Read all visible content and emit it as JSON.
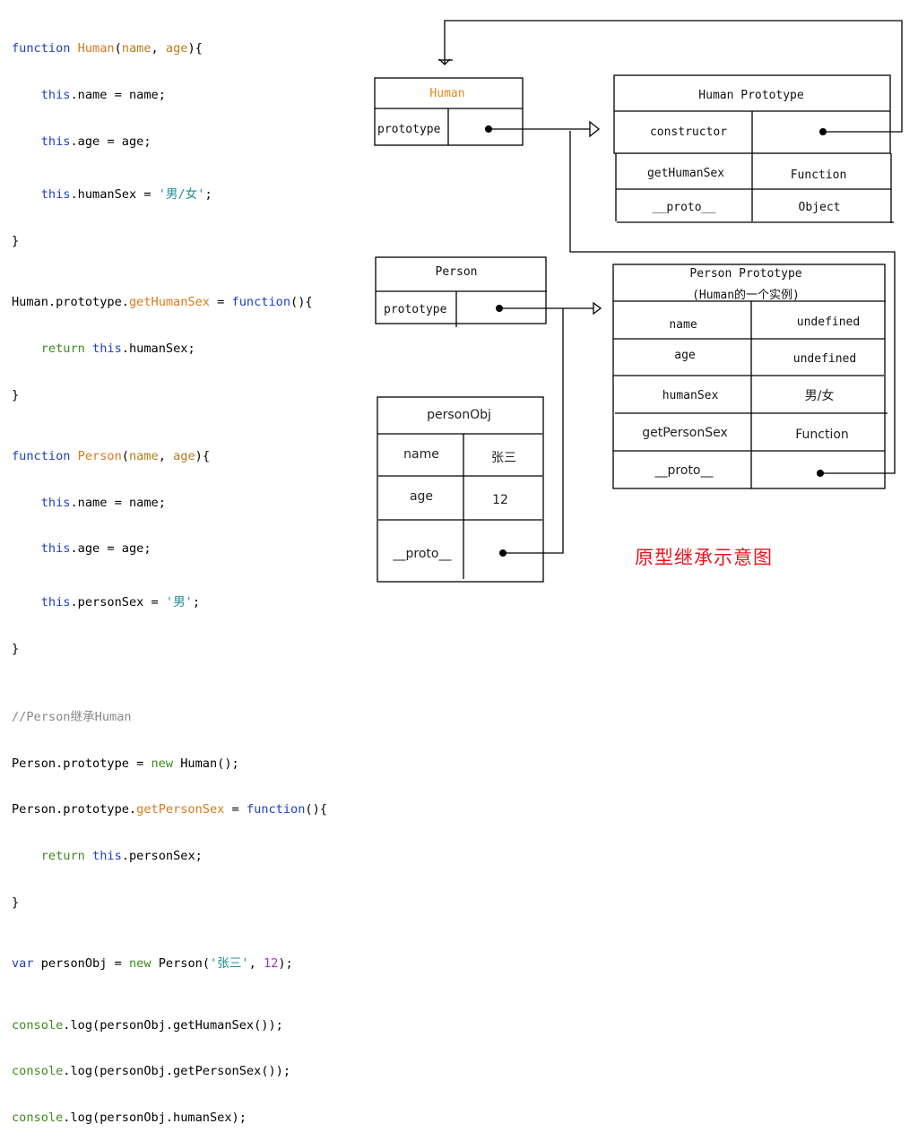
{
  "code": {
    "human_ctor": {
      "line1": {
        "kw": "function",
        "name": "Human",
        "p1": "name",
        "p2": "age"
      },
      "name_assign": {
        "this": "this",
        "rest": ".name = name;"
      },
      "age_assign": {
        "this": "this",
        "rest": ".age = age;"
      },
      "sex_assign": {
        "this": "this",
        "prop": ".humanSex = ",
        "value": "'男/女'",
        "end": ";"
      },
      "close": "}"
    },
    "human_proto_method": {
      "prefix": "Human.prototype.",
      "method": "getHumanSex",
      "eq": " = ",
      "kw": "function",
      "end": "(){",
      "ret_kw": "return",
      "ret_this": "this",
      "ret_rest": ".humanSex;",
      "close": "}"
    },
    "person_ctor": {
      "line1": {
        "kw": "function",
        "name": "Person",
        "p1": "name",
        "p2": "age"
      },
      "name_assign": {
        "this": "this",
        "rest": ".name = name;"
      },
      "age_assign": {
        "this": "this",
        "rest": ".age = age;"
      },
      "sex_assign": {
        "this": "this",
        "prop": ".personSex = ",
        "value": "'男'",
        "end": ";"
      },
      "close": "}"
    },
    "comment": "//Person继承Human",
    "inherit": {
      "prefix": "Person.prototype = ",
      "kw": "new",
      "rest": " Human();"
    },
    "person_proto_method": {
      "prefix": "Person.prototype.",
      "method": "getPersonSex",
      "eq": " = ",
      "kw": "function",
      "end": "(){",
      "ret_kw": "return",
      "ret_this": "this",
      "ret_rest": ".personSex;",
      "close": "}"
    },
    "instance": {
      "kw": "var",
      "mid": " personObj = ",
      "new_kw": "new",
      "ctor": " Person(",
      "str": "'张三'",
      "sep": ", ",
      "num": "12",
      "end": ");"
    },
    "logs": [
      {
        "obj": "console",
        "rest": ".log(personObj.getHumanSex());"
      },
      {
        "obj": "console",
        "rest": ".log(personObj.getPersonSex());"
      },
      {
        "obj": "console",
        "rest": ".log(personObj.humanSex);"
      }
    ]
  },
  "diagram": {
    "human_box": {
      "title": "Human",
      "prop": "prototype"
    },
    "human_prototype_box": {
      "title": "Human Prototype",
      "rows": [
        {
          "key": "constructor",
          "value": ""
        },
        {
          "key": "getHumanSex",
          "value": "Function"
        },
        {
          "key": "__proto__",
          "value": "Object"
        }
      ]
    },
    "person_box": {
      "title": "Person",
      "prop": "prototype"
    },
    "person_prototype_box": {
      "title": "Person Prototype",
      "subtitle": "(Human的一个实例)",
      "rows": [
        {
          "key": "name",
          "value": "undefined"
        },
        {
          "key": "age",
          "value": "undefined"
        },
        {
          "key": "humanSex",
          "value": "男/女"
        },
        {
          "key": "getPersonSex",
          "value": "Function"
        },
        {
          "key": "__proto__",
          "value": ""
        }
      ]
    },
    "person_obj_box": {
      "title": "personObj",
      "rows": [
        {
          "key": "name",
          "value": "张三"
        },
        {
          "key": "age",
          "value": "12"
        },
        {
          "key": "__proto__",
          "value": ""
        }
      ]
    },
    "caption": "原型继承示意图",
    "caption_color": "#e8141e",
    "accent_color": "#e08a1e"
  }
}
